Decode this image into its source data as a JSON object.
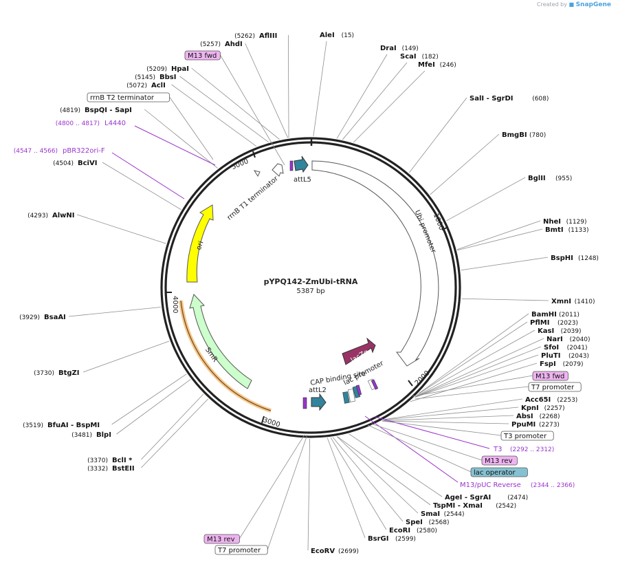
{
  "brand": {
    "prefix": "Created by",
    "name": "SnapGene"
  },
  "plasmid": {
    "name": "pYPQ142-ZmUbi-tRNA",
    "length_label": "5387 bp",
    "length": 5387
  },
  "ticks": [
    "1000",
    "2000",
    "3000",
    "4000",
    "5000"
  ],
  "sites": [
    {
      "name": "AleI",
      "pos": "(15)",
      "bp": 15
    },
    {
      "name": "DraI",
      "pos": "(149)",
      "bp": 149
    },
    {
      "name": "ScaI",
      "pos": "(182)",
      "bp": 182
    },
    {
      "name": "MfeI",
      "pos": "(246)",
      "bp": 246
    },
    {
      "name": "SalI  - SgrDI",
      "pos": "(608)",
      "bp": 608
    },
    {
      "name": "BmgBI",
      "pos": "(780)",
      "bp": 780
    },
    {
      "name": "BglII",
      "pos": "(955)",
      "bp": 955
    },
    {
      "name": "NheI",
      "pos": "(1129)",
      "bp": 1129
    },
    {
      "name": "BmtI",
      "pos": "(1133)",
      "bp": 1133
    },
    {
      "name": "BspHI",
      "pos": "(1248)",
      "bp": 1248
    },
    {
      "name": "XmnI",
      "pos": "(1410)",
      "bp": 1410
    },
    {
      "name": "BamHI",
      "pos": "(2011)",
      "bp": 2011
    },
    {
      "name": "PflMI",
      "pos": "(2023)",
      "bp": 2023
    },
    {
      "name": "KasI",
      "pos": "(2039)",
      "bp": 2039
    },
    {
      "name": "NarI",
      "pos": "(2040)",
      "bp": 2040
    },
    {
      "name": "SfoI",
      "pos": "(2041)",
      "bp": 2041
    },
    {
      "name": "PluTI",
      "pos": "(2043)",
      "bp": 2043
    },
    {
      "name": "FspI",
      "pos": "(2079)",
      "bp": 2079
    },
    {
      "name": "Acc65I",
      "pos": "(2253)",
      "bp": 2253
    },
    {
      "name": "KpnI",
      "pos": "(2257)",
      "bp": 2257
    },
    {
      "name": "AbsI",
      "pos": "(2268)",
      "bp": 2268
    },
    {
      "name": "PpuMI",
      "pos": "(2273)",
      "bp": 2273
    },
    {
      "name": "AgeI  - SgrAI",
      "pos": "(2474)",
      "bp": 2474
    },
    {
      "name": "TspMI  - XmaI",
      "pos": "(2542)",
      "bp": 2542
    },
    {
      "name": "SmaI",
      "pos": "(2544)",
      "bp": 2544
    },
    {
      "name": "SpeI",
      "pos": "(2568)",
      "bp": 2568
    },
    {
      "name": "EcoRI",
      "pos": "(2580)",
      "bp": 2580
    },
    {
      "name": "BsrGI",
      "pos": "(2599)",
      "bp": 2599
    },
    {
      "name": "EcoRV",
      "pos": "(2699)",
      "bp": 2699
    },
    {
      "name": "BstEII",
      "pos": "(3332)",
      "bp": 3332
    },
    {
      "name": "BclI *",
      "pos": "(3370)",
      "bp": 3370
    },
    {
      "name": "BlpI",
      "pos": "(3481)",
      "bp": 3481
    },
    {
      "name": "BfuAI  - BspMI",
      "pos": "(3519)",
      "bp": 3519
    },
    {
      "name": "BtgZI",
      "pos": "(3730)",
      "bp": 3730
    },
    {
      "name": "BsaAI",
      "pos": "(3929)",
      "bp": 3929
    },
    {
      "name": "AlwNI",
      "pos": "(4293)",
      "bp": 4293
    },
    {
      "name": "BciVI",
      "pos": "(4504)",
      "bp": 4504
    },
    {
      "name": "BspQI  - SapI",
      "pos": "(4819)",
      "bp": 4819
    },
    {
      "name": "AclI",
      "pos": "(5072)",
      "bp": 5072
    },
    {
      "name": "BbsI",
      "pos": "(5145)",
      "bp": 5145
    },
    {
      "name": "HpaI",
      "pos": "(5209)",
      "bp": 5209
    },
    {
      "name": "AhdI",
      "pos": "(5257)",
      "bp": 5257
    },
    {
      "name": "AflIII",
      "pos": "(5262)",
      "bp": 5262
    }
  ],
  "primers": [
    {
      "name": "L4440",
      "range": "(4800 .. 4817)"
    },
    {
      "name": "pBR322ori-F",
      "range": "(4547 .. 4566)"
    },
    {
      "name": "T3",
      "range": "(2292 .. 2312)"
    },
    {
      "name": "M13/pUC Reverse",
      "range": "(2344 .. 2366)"
    }
  ],
  "boxed_features": [
    {
      "name": "M13 fwd",
      "style": "pink"
    },
    {
      "name": "rrnB T2 terminator",
      "style": "white"
    },
    {
      "name": "M13 fwd",
      "style": "pink"
    },
    {
      "name": "T7 promoter",
      "style": "white"
    },
    {
      "name": "T3 promoter",
      "style": "white"
    },
    {
      "name": "M13 rev",
      "style": "pink"
    },
    {
      "name": "lac operator",
      "style": "teal"
    },
    {
      "name": "M13 rev",
      "style": "pink"
    },
    {
      "name": "T7 promoter",
      "style": "white"
    }
  ],
  "features": [
    {
      "name": "Ubi promoter",
      "color": "#ffffff"
    },
    {
      "name": "ori",
      "color": "#ffff00"
    },
    {
      "name": "SmR",
      "color": "#ccffcc"
    },
    {
      "name": "lacZα",
      "color": "#993366"
    },
    {
      "name": "attL5",
      "color": "#31849b"
    },
    {
      "name": "attL2",
      "color": "#31849b"
    },
    {
      "name": "rrnB T1 terminator",
      "color": "#ffffff"
    },
    {
      "name": "CAP binding site",
      "color": "#31849b"
    },
    {
      "name": "lac promoter",
      "color": "#ffffff"
    }
  ],
  "colors": {
    "backbone": "#222222",
    "primer": "#9933cc",
    "pink_box": "#eeb4f0",
    "teal_box": "#86c1d1",
    "line": "#8c8c8c"
  }
}
